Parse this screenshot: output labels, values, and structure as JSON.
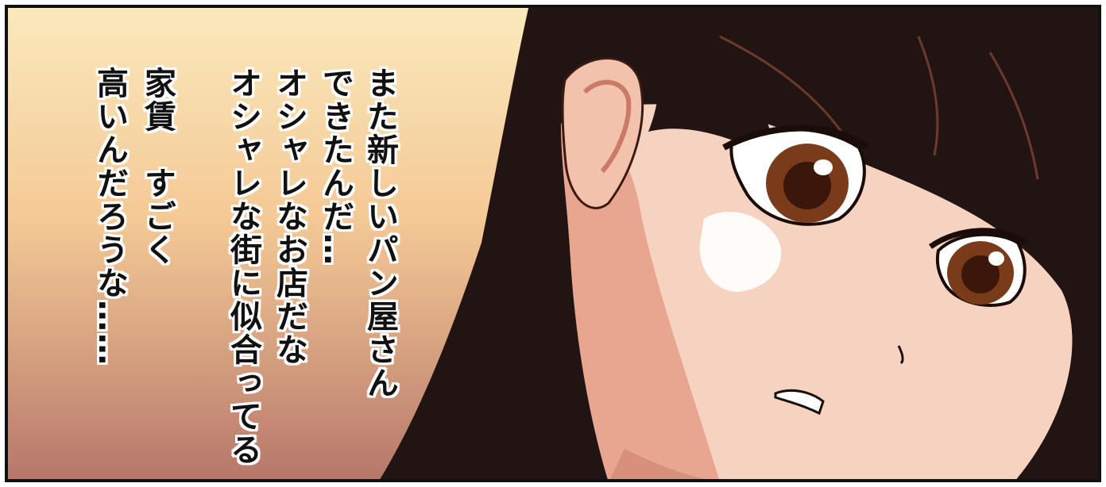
{
  "speech": {
    "col1": "また新しいパン屋さん",
    "col2": "できたんだ…",
    "col3": "オシャレなお店だな",
    "col4": "オシャレな街に似合ってる",
    "col5": "家賃　すごく",
    "col6": "高いんだろうな……"
  },
  "colors": {
    "bg_top": "#fbe7b8",
    "bg_bottom": "#b9786a",
    "hair": "#221412",
    "skin": "#f6d3c0",
    "skin_shadow": "#e39d8a",
    "eye": "#7a3b1a"
  }
}
